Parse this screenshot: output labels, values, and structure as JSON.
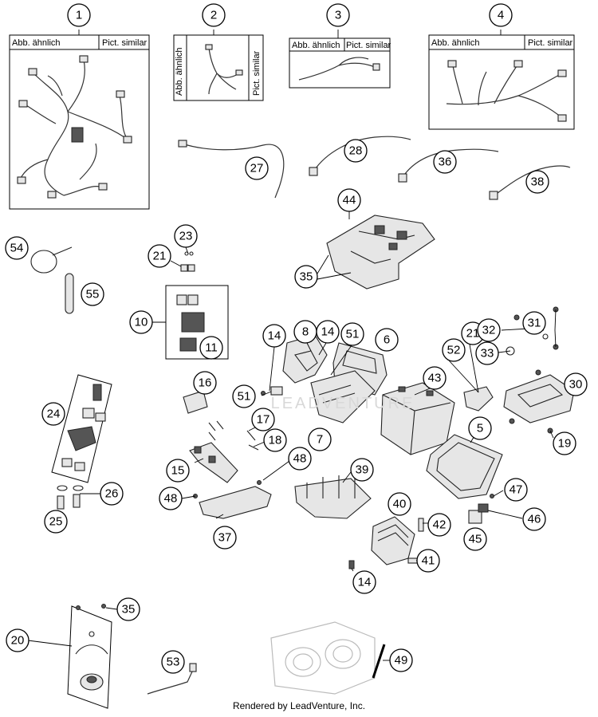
{
  "boxes": [
    {
      "label_left": "Abb. ähnlich",
      "label_right": "Pict. similar"
    },
    {
      "label_left": "Abb. ähnlich",
      "label_right": "Pict. similar"
    },
    {
      "label_left": "Abb. ähnlich",
      "label_right": "Pict. similar"
    },
    {
      "label_left": "Abb. ähnlich",
      "label_right": "Pict. similar"
    }
  ],
  "callouts": [
    "1",
    "2",
    "3",
    "4",
    "27",
    "28",
    "36",
    "38",
    "44",
    "35",
    "54",
    "23",
    "21",
    "55",
    "10",
    "11",
    "14",
    "8",
    "14",
    "51",
    "6",
    "21",
    "52",
    "43",
    "31",
    "32",
    "33",
    "30",
    "19",
    "24",
    "16",
    "51",
    "17",
    "18",
    "7",
    "5",
    "15",
    "48",
    "39",
    "40",
    "42",
    "41",
    "26",
    "25",
    "48",
    "37",
    "47",
    "46",
    "45",
    "14",
    "20",
    "35",
    "53",
    "49"
  ],
  "watermark": "LEADVENTURE",
  "footer": "Rendered by LeadVenture, Inc."
}
